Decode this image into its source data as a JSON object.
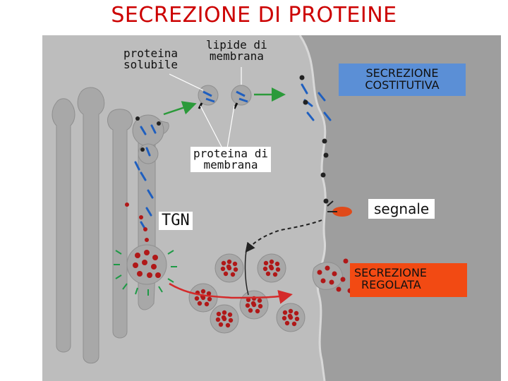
{
  "title": "SECREZIONE DI PROTEINE",
  "labels": {
    "soluble_protein_line1": "proteina",
    "soluble_protein_line2": "solubile",
    "membrane_lipid_line1": "lipide di",
    "membrane_lipid_line2": "membrana",
    "membrane_protein_line1": "proteina di",
    "membrane_protein_line2": "membrana",
    "tgn": "TGN",
    "signal": "segnale"
  },
  "boxes": {
    "constitutive_line1": "SECREZIONE",
    "constitutive_line2": "COSTITUTIVA",
    "regulated_line1": "SECREZIONE",
    "regulated_line2": "REGOLATA"
  },
  "colors": {
    "title": "#cc0000",
    "cell_bg": "#bdbdbd",
    "outside_bg": "#9e9e9e",
    "golgi": "#a8a8a8",
    "constitutive_box": "#5b8fd6",
    "regulated_box": "#f24a13",
    "granule_dot": "#b01818",
    "protein_blue": "#1f5fbf",
    "arrow_green": "#2b9a3a",
    "arrow_red": "#d42a2a"
  }
}
